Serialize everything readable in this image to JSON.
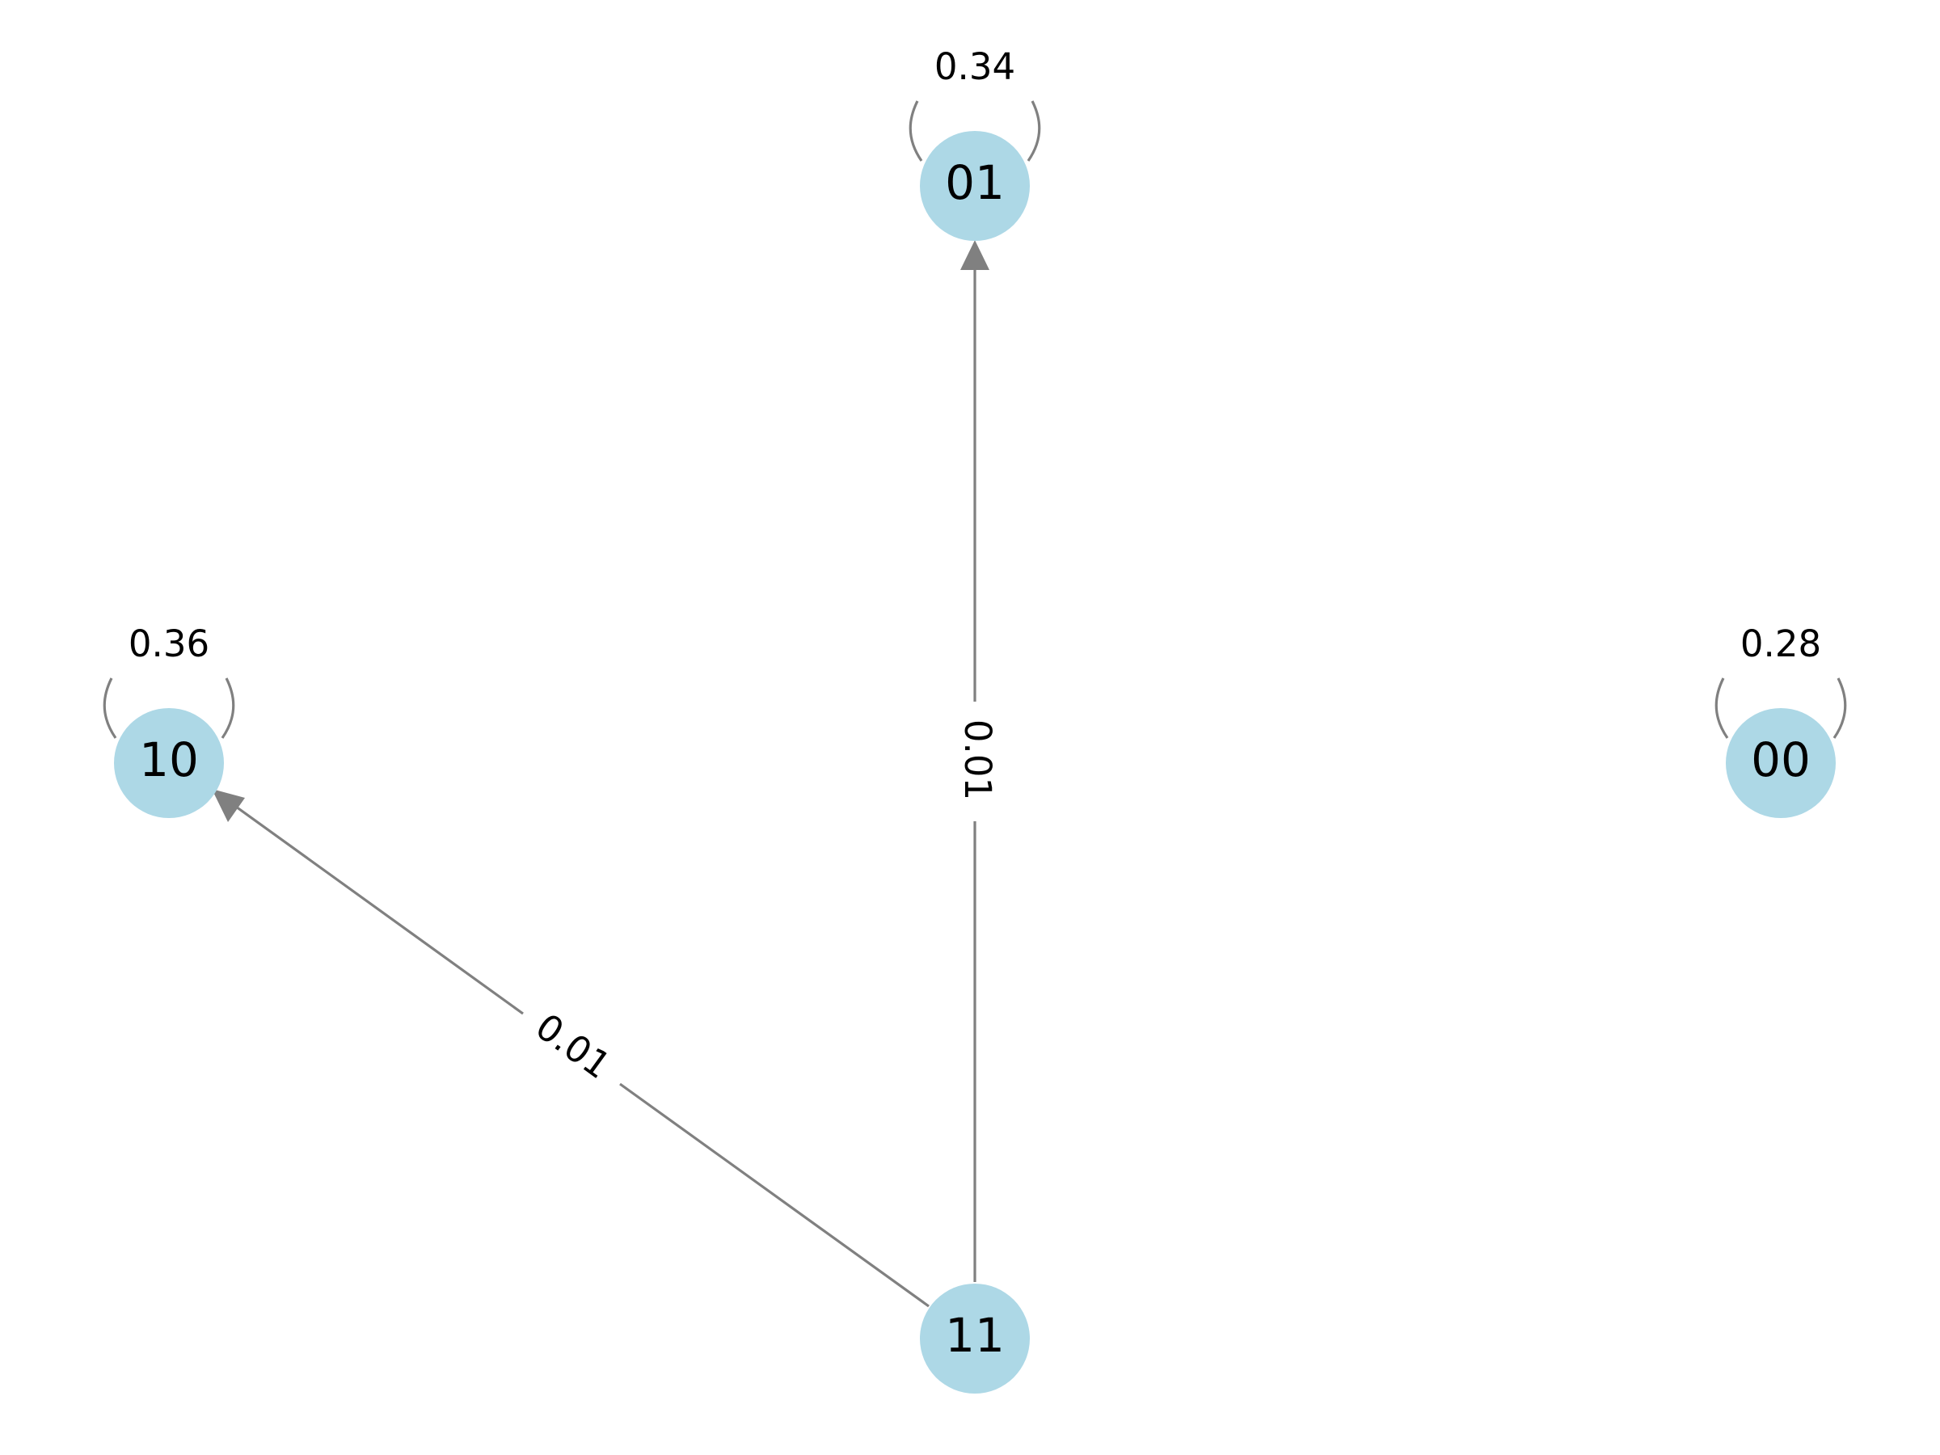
{
  "diagram": {
    "type": "directed-graph",
    "nodes": [
      {
        "id": "01",
        "label": "01"
      },
      {
        "id": "10",
        "label": "10"
      },
      {
        "id": "00",
        "label": "00"
      },
      {
        "id": "11",
        "label": "11"
      }
    ],
    "edges": [
      {
        "from": "01",
        "to": "01",
        "label": "0.34"
      },
      {
        "from": "10",
        "to": "10",
        "label": "0.36"
      },
      {
        "from": "00",
        "to": "00",
        "label": "0.28"
      },
      {
        "from": "11",
        "to": "01",
        "label": "0.01"
      },
      {
        "from": "11",
        "to": "10",
        "label": "0.01"
      }
    ]
  },
  "colors": {
    "node_fill": "#add8e6",
    "edge": "#808080",
    "text": "#000000",
    "background": "#ffffff"
  }
}
